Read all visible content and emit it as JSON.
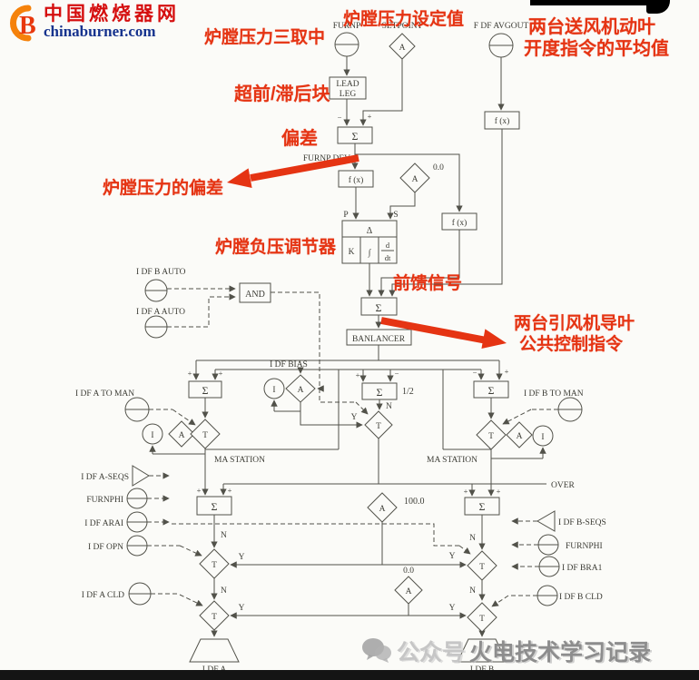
{
  "logo": {
    "site_name": "中国燃烧器网",
    "domain": "chinaburner.com"
  },
  "annotations": {
    "furnace_pressure_median": "炉膛压力三取中",
    "pressure_setpoint": "炉膛压力设定值",
    "fd_fan_avg_line1": "两台送风机动叶",
    "fd_fan_avg_line2": "开度指令的平均值",
    "lead_lag": "超前/滞后块",
    "deviation": "偏差",
    "pressure_deviation": "炉膛压力的偏差",
    "furnace_pressure_controller": "炉膛负压调节器",
    "feedforward": "前馈信号",
    "id_fan_common_line1": "两台引风机导叶",
    "id_fan_common_line2": "公共控制指令"
  },
  "watermark": {
    "prefix": "公众号",
    "name": "火电技术学习记录"
  },
  "labels": {
    "furnp": "FURNP",
    "setpoint": "SETPOINT",
    "f_df_avgout": "F DF AVGOUT",
    "lead": "LEAD",
    "leg": "LEG",
    "sigma": "Σ",
    "plus": "+",
    "minus": "−",
    "furnp_dev": "FURNP DEV",
    "fx": "f (x)",
    "a": "A",
    "zero": "0.0",
    "p": "P",
    "s": "S",
    "delta": "Δ",
    "k": "K",
    "integral": "∫",
    "d": "d",
    "dt": "dt",
    "and_gate": "AND",
    "i_df_b_auto": "I DF B AUTO",
    "i_df_a_auto": "I DF A AUTO",
    "banlancer": "BANLANCER",
    "i_df_bias": "I DF BIAS",
    "half": "1/2",
    "i": "I",
    "t": "T",
    "n": "N",
    "y": "Y",
    "i_df_a_to_man": "I DF A TO MAN",
    "i_df_b_to_man": "I DF B TO MAN",
    "ma_station": "MA STATION",
    "i_df_a_seqs": "I DF A-SEQS",
    "furnphi": "FURNPHI",
    "i_df_arai": "I DF ARAI",
    "i_df_opn": "I DF OPN",
    "i_df_a_cld": "I DF A CLD",
    "over": "OVER",
    "i_df_b_seqs": "I DF B-SEQS",
    "i_df_bra1": "I DF BRA1",
    "i_df_b_cld": "I DF B CLD",
    "hundred": "100.0",
    "i_df_a": "I DF A",
    "i_df_b": "I DF B"
  },
  "colors": {
    "annotation_red": "#e53413",
    "logo_red": "#d50f0f",
    "logo_blue": "#16338e",
    "logo_orange": "#f5820b",
    "ink": "#52524a"
  }
}
